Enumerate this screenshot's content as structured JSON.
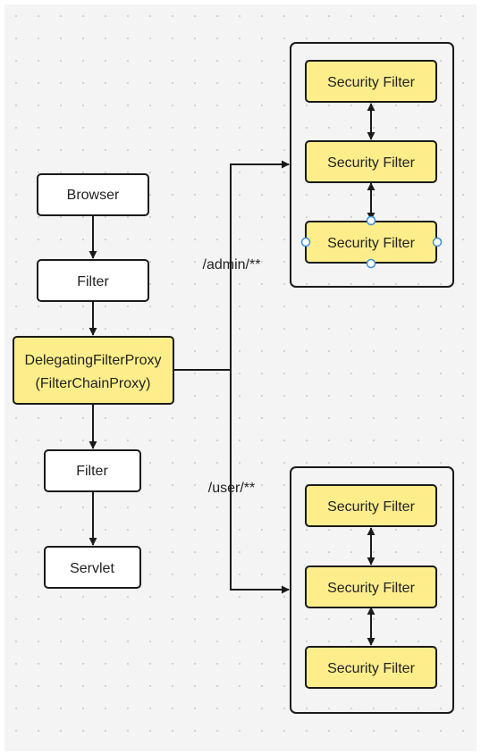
{
  "colors": {
    "canvas_bg": "#f4f4f4",
    "grid_dot": "#c8c8c8",
    "plain_fill": "#ffffff",
    "highlight_fill": "#fdee8b",
    "stroke": "#1a1a1a",
    "handle_stroke": "#3b8fd9",
    "handle_fill": "#ffffff"
  },
  "nodes": {
    "browser": "Browser",
    "filter_top": "Filter",
    "delegating_line1": "DelegatingFilterProxy",
    "delegating_line2": "(FilterChainProxy)",
    "filter_bottom": "Filter",
    "servlet": "Servlet"
  },
  "admin_chain": {
    "filters": [
      "Security Filter",
      "Security Filter",
      "Security Filter"
    ]
  },
  "user_chain": {
    "filters": [
      "Security Filter",
      "Security Filter",
      "Security Filter"
    ]
  },
  "edges": {
    "admin_path": "/admin/**",
    "user_path": "/user/**"
  },
  "icons": {
    "selection_handle": "selection-handle-icon",
    "arrowhead": "arrowhead-icon"
  }
}
